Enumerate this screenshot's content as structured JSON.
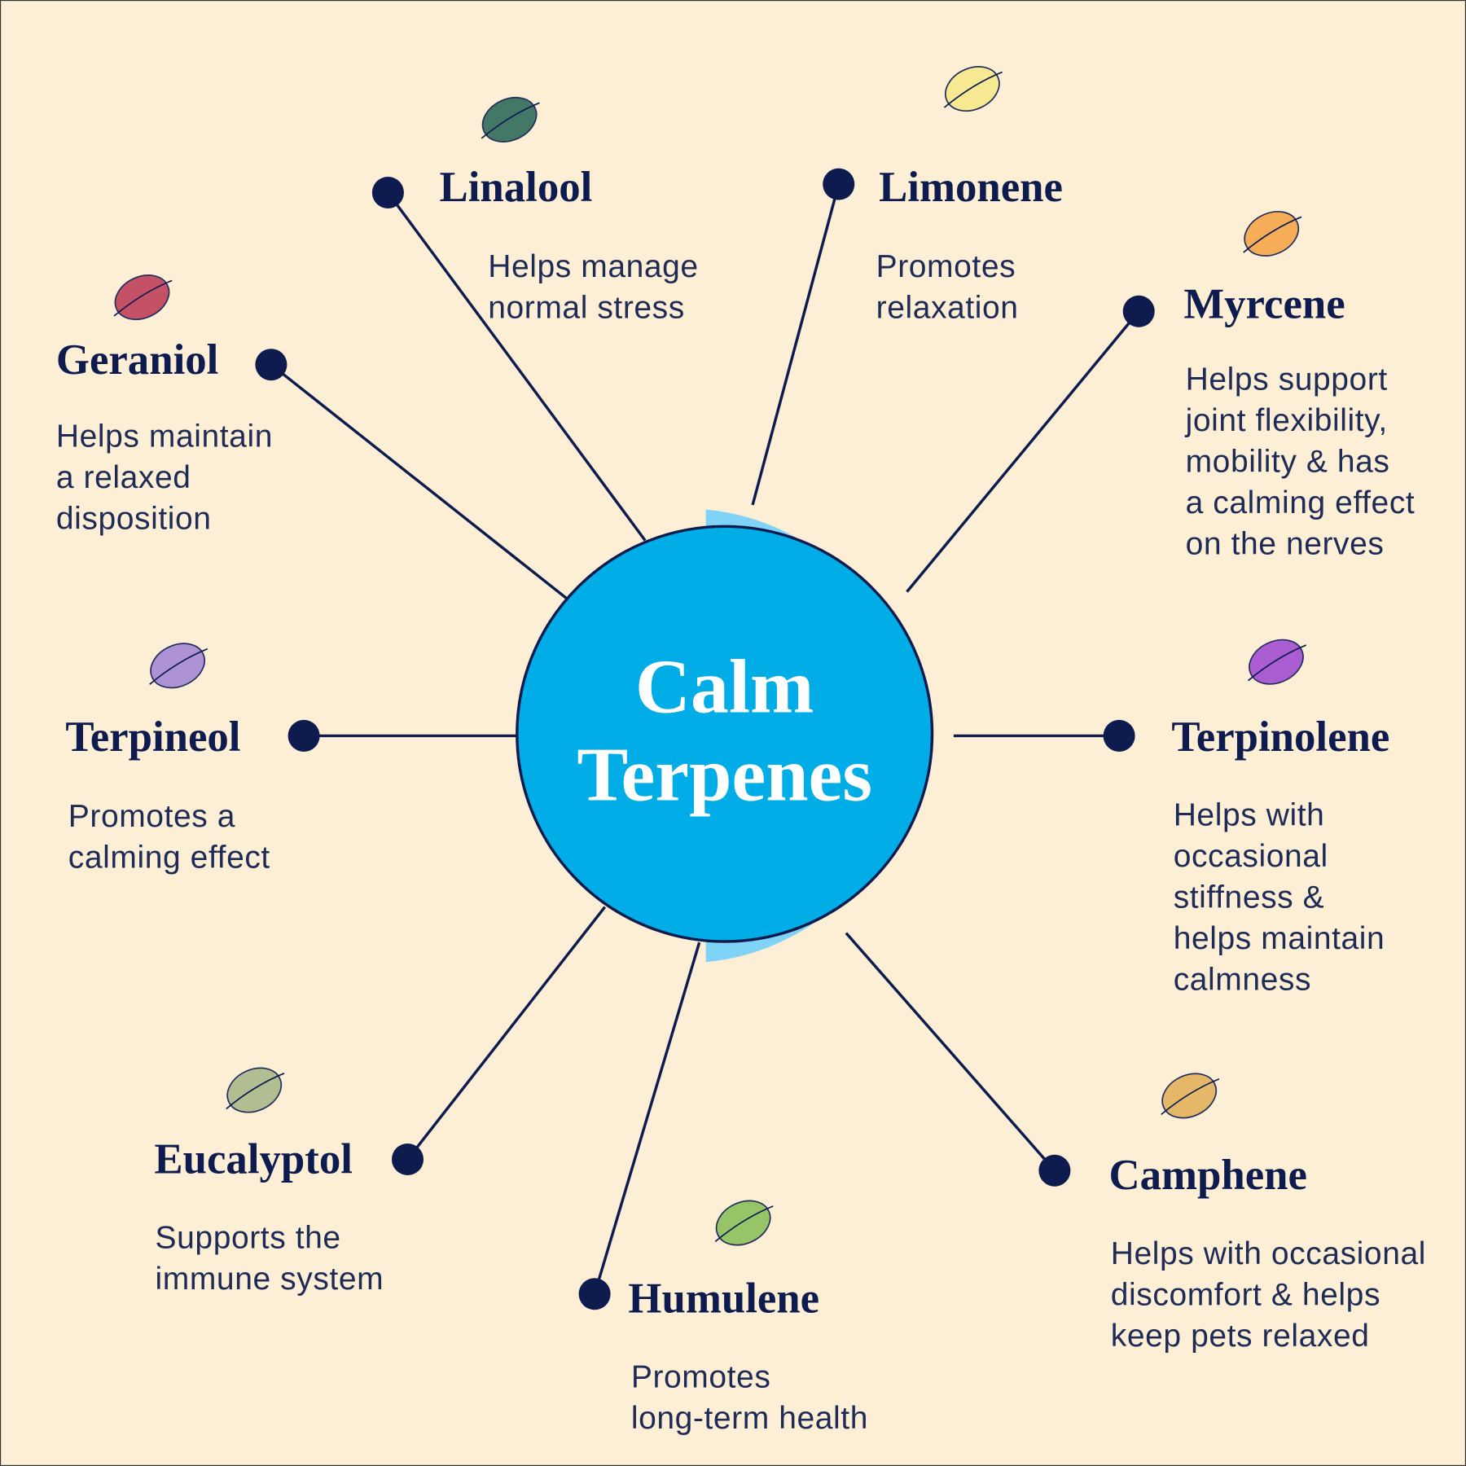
{
  "center": {
    "line1": "Calm",
    "line2": "Terpenes"
  },
  "colors": {
    "background": "#fcefd5",
    "navy": "#0d1b4f",
    "circle": "#00ade6",
    "arc": "#7fd3f7"
  },
  "terpenes": [
    {
      "name": "Linalool",
      "icon": "herb-sprig-icon",
      "desc": [
        "Helps manage",
        "normal stress"
      ]
    },
    {
      "name": "Limonene",
      "icon": "lemon-icon",
      "desc": [
        "Promotes",
        "relaxation"
      ]
    },
    {
      "name": "Myrcene",
      "icon": "mango-icon",
      "desc": [
        "Helps support",
        "joint flexibility,",
        "mobility & has",
        "a calming effect",
        "on the nerves"
      ]
    },
    {
      "name": "Geraniol",
      "icon": "rose-icon",
      "desc": [
        "Helps maintain",
        "a relaxed",
        "disposition"
      ]
    },
    {
      "name": "Terpineol",
      "icon": "lilac-icon",
      "desc": [
        "Promotes a",
        "calming effect"
      ]
    },
    {
      "name": "Terpinolene",
      "icon": "lavender-flower-icon",
      "desc": [
        "Helps with",
        "occasional",
        "stiffness &",
        "helps maintain",
        "calmness"
      ]
    },
    {
      "name": "Eucalyptol",
      "icon": "eucalyptus-leaves-icon",
      "desc": [
        "Supports the",
        "immune system"
      ]
    },
    {
      "name": "Humulene",
      "icon": "hops-icon",
      "desc": [
        "Promotes",
        "long-term health"
      ]
    },
    {
      "name": "Camphene",
      "icon": "ginger-root-icon",
      "desc": [
        "Helps with occasional",
        "discomfort & helps",
        "keep pets relaxed"
      ]
    }
  ]
}
